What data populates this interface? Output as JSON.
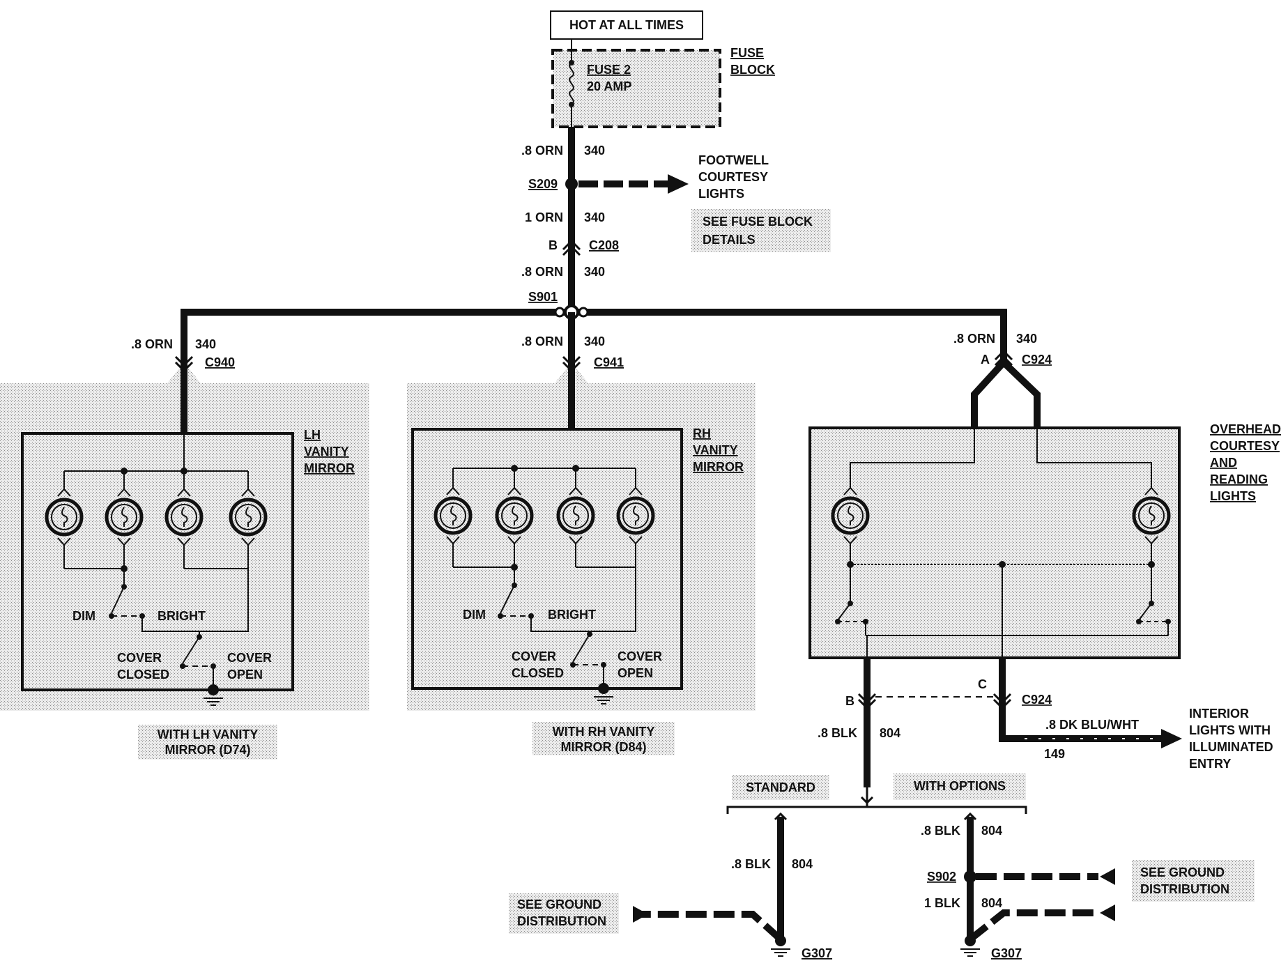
{
  "header": {
    "hot_at_all_times": "HOT AT ALL TIMES"
  },
  "fuse_block": {
    "fuse_name": "FUSE 2",
    "fuse_rating": "20 AMP",
    "block_label_1": "FUSE",
    "block_label_2": "BLOCK",
    "see_details_1": "SEE FUSE BLOCK",
    "see_details_2": "DETAILS"
  },
  "feed": {
    "wire_top_gauge": ".8 ORN",
    "wire_top_circuit": "340",
    "splice_s209": "S209",
    "footwell_1": "FOOTWELL",
    "footwell_2": "COURTESY",
    "footwell_3": "LIGHTS",
    "wire_mid_gauge": "1 ORN",
    "wire_mid_circuit": "340",
    "c208_pin": "B",
    "c208": "C208",
    "wire_low_gauge": ".8 ORN",
    "wire_low_circuit": "340",
    "splice_s901": "S901"
  },
  "lh_mirror": {
    "wire_gauge": ".8 ORN",
    "wire_circuit": "340",
    "connector": "C940",
    "label_1": "LH",
    "label_2": "VANITY",
    "label_3": "MIRROR",
    "dim": "DIM",
    "bright": "BRIGHT",
    "cover_closed_1": "COVER",
    "cover_closed_2": "CLOSED",
    "cover_open_1": "COVER",
    "cover_open_2": "OPEN",
    "option_1": "WITH LH VANITY",
    "option_2": "MIRROR (D74)"
  },
  "rh_mirror": {
    "wire_gauge": ".8 ORN",
    "wire_circuit": "340",
    "connector": "C941",
    "label_1": "RH",
    "label_2": "VANITY",
    "label_3": "MIRROR",
    "dim": "DIM",
    "bright": "BRIGHT",
    "cover_closed_1": "COVER",
    "cover_closed_2": "CLOSED",
    "cover_open_1": "COVER",
    "cover_open_2": "OPEN",
    "option_1": "WITH RH VANITY",
    "option_2": "MIRROR (D84)"
  },
  "overhead": {
    "wire_gauge": ".8 ORN",
    "wire_circuit": "340",
    "c924_pin_a": "A",
    "c924_top": "C924",
    "label_1": "OVERHEAD",
    "label_2": "COURTESY",
    "label_3": "AND",
    "label_4": "READING",
    "label_5": "LIGHTS",
    "pin_b": "B",
    "pin_c": "C",
    "c924_bottom": "C924",
    "blk_gauge": ".8 BLK",
    "blk_circuit": "804",
    "blu_gauge": ".8 DK BLU/WHT",
    "blu_circuit": "149",
    "interior_1": "INTERIOR",
    "interior_2": "LIGHTS WITH",
    "interior_3": "ILLUMINATED",
    "interior_4": "ENTRY"
  },
  "grounds": {
    "standard": "STANDARD",
    "with_options": "WITH OPTIONS",
    "std_gauge": ".8 BLK",
    "std_circuit": "804",
    "see_ground_left_1": "SEE GROUND",
    "see_ground_left_2": "DISTRIBUTION",
    "g307_left": "G307",
    "opt_gauge": ".8 BLK",
    "opt_circuit": "804",
    "splice_s902": "S902",
    "see_ground_right_1": "SEE GROUND",
    "see_ground_right_2": "DISTRIBUTION",
    "opt_low_gauge": "1 BLK",
    "opt_low_circuit": "804",
    "g307_right": "G307"
  }
}
